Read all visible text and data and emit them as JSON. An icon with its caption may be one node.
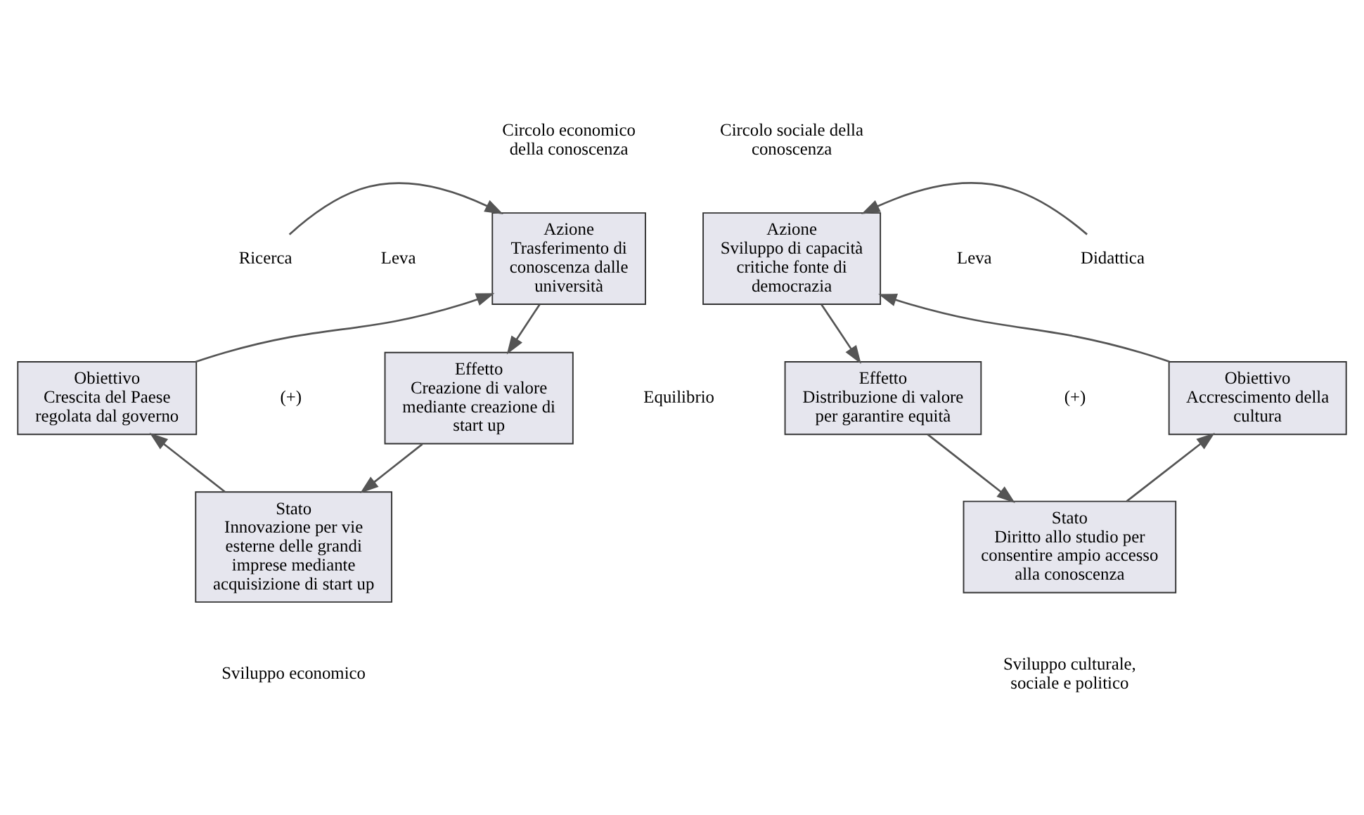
{
  "diagram": {
    "nodes": [
      {
        "text": [
          "Azione",
          "Trasferimento di conoscenza dalle università"
        ]
      },
      {
        "text": [
          "Effetto",
          "Creazione di valore mediante creazione di start up"
        ]
      },
      {
        "text": [
          "Stato",
          "Innovazione per vie esterne delle grandi imprese mediante acquisizione di start up"
        ]
      },
      {
        "text": [
          "Obiettivo",
          "Crescita del Paese regolata dal governo"
        ]
      },
      {
        "text": [
          "Ricerca"
        ]
      },
      {
        "text": [
          "Azione",
          "Sviluppo di capacità critiche fonte di democrazia"
        ]
      },
      {
        "text": [
          "Effetto",
          "Distribuzione di valore per garantire equità"
        ]
      },
      {
        "text": [
          "Stato",
          "Diritto allo studio per consentire ampio accesso alla conoscenza"
        ]
      },
      {
        "text": [
          "Obiettivo",
          "Accrescimento della cultura"
        ]
      },
      {
        "text": [
          "Didattica"
        ]
      }
    ],
    "edges": [
      {
        "from": 4,
        "to": 0,
        "arrow": "to"
      },
      {
        "from": 0,
        "to": 1,
        "arrow": "to"
      },
      {
        "from": 1,
        "to": 2,
        "arrow": "to"
      },
      {
        "from": 2,
        "to": 3,
        "arrow": "to"
      },
      {
        "from": 3,
        "to": 0,
        "arrow": "to"
      },
      {
        "from": 9,
        "to": 5,
        "arrow": "to"
      },
      {
        "from": 5,
        "to": 6,
        "arrow": "to"
      },
      {
        "from": 6,
        "to": 7,
        "arrow": "to"
      },
      {
        "from": 7,
        "to": 8,
        "arrow": "to"
      },
      {
        "from": 8,
        "to": 5,
        "arrow": "to"
      }
    ],
    "labels": [
      "Circolo economico della conoscenza",
      "Circolo sociale della conoscenza",
      "Leva",
      "Leva",
      "(+)",
      "Equilibrio",
      "(+)",
      "Sviluppo economico",
      "Sviluppo culturale, sociale e politico"
    ]
  }
}
